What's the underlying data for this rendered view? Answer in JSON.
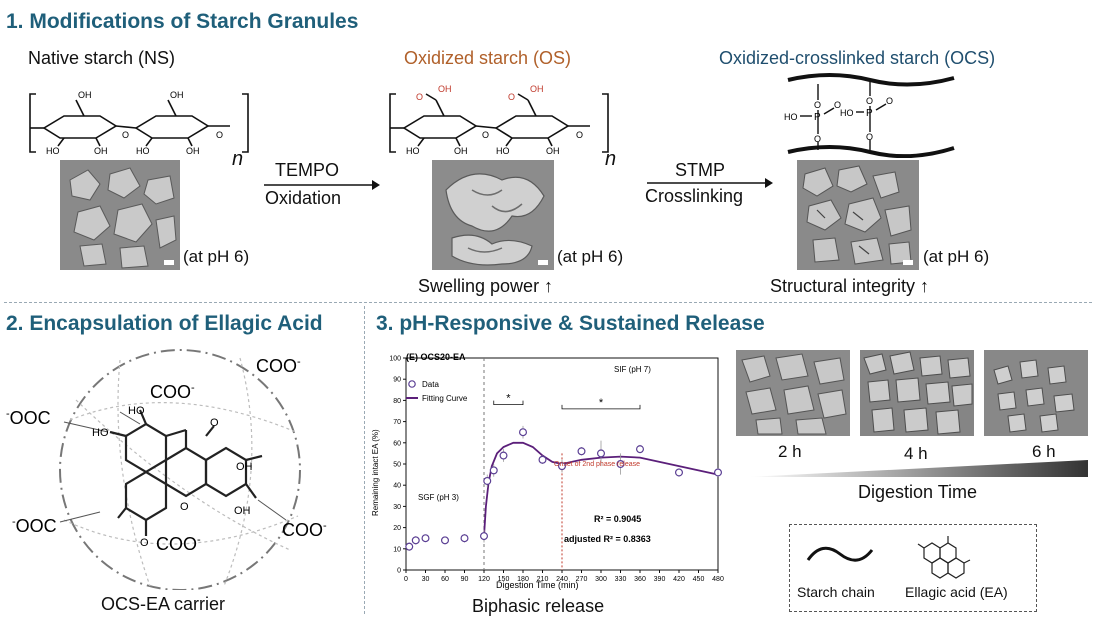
{
  "section1": {
    "title": "1. Modifications of Starch Granules",
    "ns_label": "Native starch (NS)",
    "os_label": "Oxidized starch (OS)",
    "ocs_label": "Oxidized-crosslinked starch (OCS)",
    "arrow1_top": "TEMPO",
    "arrow1_bottom": "Oxidation",
    "arrow2_top": "STMP",
    "arrow2_bottom": "Crosslinking",
    "ph_note": "(at pH 6)",
    "n_sub": "n",
    "os_effect": "Swelling power ↑",
    "ocs_effect": "Structural integrity ↑",
    "chem": {
      "oh": "OH",
      "ho": "HO",
      "o": "O",
      "p": "P"
    }
  },
  "section2": {
    "title": "2. Encapsulation of Ellagic Acid",
    "carrier_label": "OCS-EA carrier",
    "coo_minus": "COO",
    "minus_ooc": "OOC",
    "charge": "-",
    "ho": "HO",
    "oh": "OH",
    "o": "O"
  },
  "section3": {
    "title": "3. pH-Responsive & Sustained Release",
    "biphasic_label": "Biphasic release",
    "digestion_time_label": "Digestion Time",
    "time_points": [
      "2 h",
      "4 h",
      "6 h"
    ],
    "legend_starch": "Starch chain",
    "legend_ea": "Ellagic acid (EA)"
  },
  "chart_data": {
    "type": "scatter",
    "title": "(E) OCS20-EA",
    "xlabel": "Digestion Time (min)",
    "ylabel": "Remaining intact EA (%)",
    "xlim": [
      0,
      480
    ],
    "ylim": [
      0,
      100
    ],
    "x_ticks": [
      0,
      30,
      60,
      90,
      120,
      150,
      180,
      210,
      240,
      270,
      300,
      330,
      360,
      390,
      420,
      450,
      480
    ],
    "y_ticks": [
      0,
      10,
      20,
      30,
      40,
      50,
      60,
      70,
      80,
      90,
      100
    ],
    "series": [
      {
        "name": "Data",
        "x": [
          5,
          15,
          30,
          60,
          90,
          120,
          125,
          135,
          150,
          180,
          210,
          240,
          270,
          300,
          330,
          360,
          420,
          480
        ],
        "y": [
          11,
          14,
          15,
          14,
          15,
          16,
          42,
          47,
          54,
          65,
          52,
          49,
          56,
          55,
          50,
          57,
          46,
          46
        ],
        "err": [
          2,
          2,
          1,
          1,
          2,
          3,
          3,
          3,
          3,
          3,
          2,
          3,
          2,
          6,
          5,
          2,
          2,
          2
        ]
      },
      {
        "name": "Fitting Curve",
        "x": [
          120,
          123,
          127,
          132,
          140,
          150,
          165,
          180,
          195,
          210,
          225,
          240,
          270,
          300,
          330,
          360,
          390,
          420,
          450,
          480
        ],
        "y": [
          16,
          30,
          41,
          49,
          55,
          58,
          60,
          60,
          58,
          54,
          51,
          50,
          52,
          53,
          53.5,
          53,
          51,
          49,
          47,
          45
        ]
      }
    ],
    "phase_labels": [
      "SGF (pH 3)",
      "SIF (pH 7)"
    ],
    "annotation": "Onset of 2nd phase release",
    "sig_mark": "*",
    "r2_label": "R² = 0.9045",
    "adj_r2_label": "adjusted R² = 0.8363",
    "grid": false,
    "legend_position": "top-left"
  }
}
